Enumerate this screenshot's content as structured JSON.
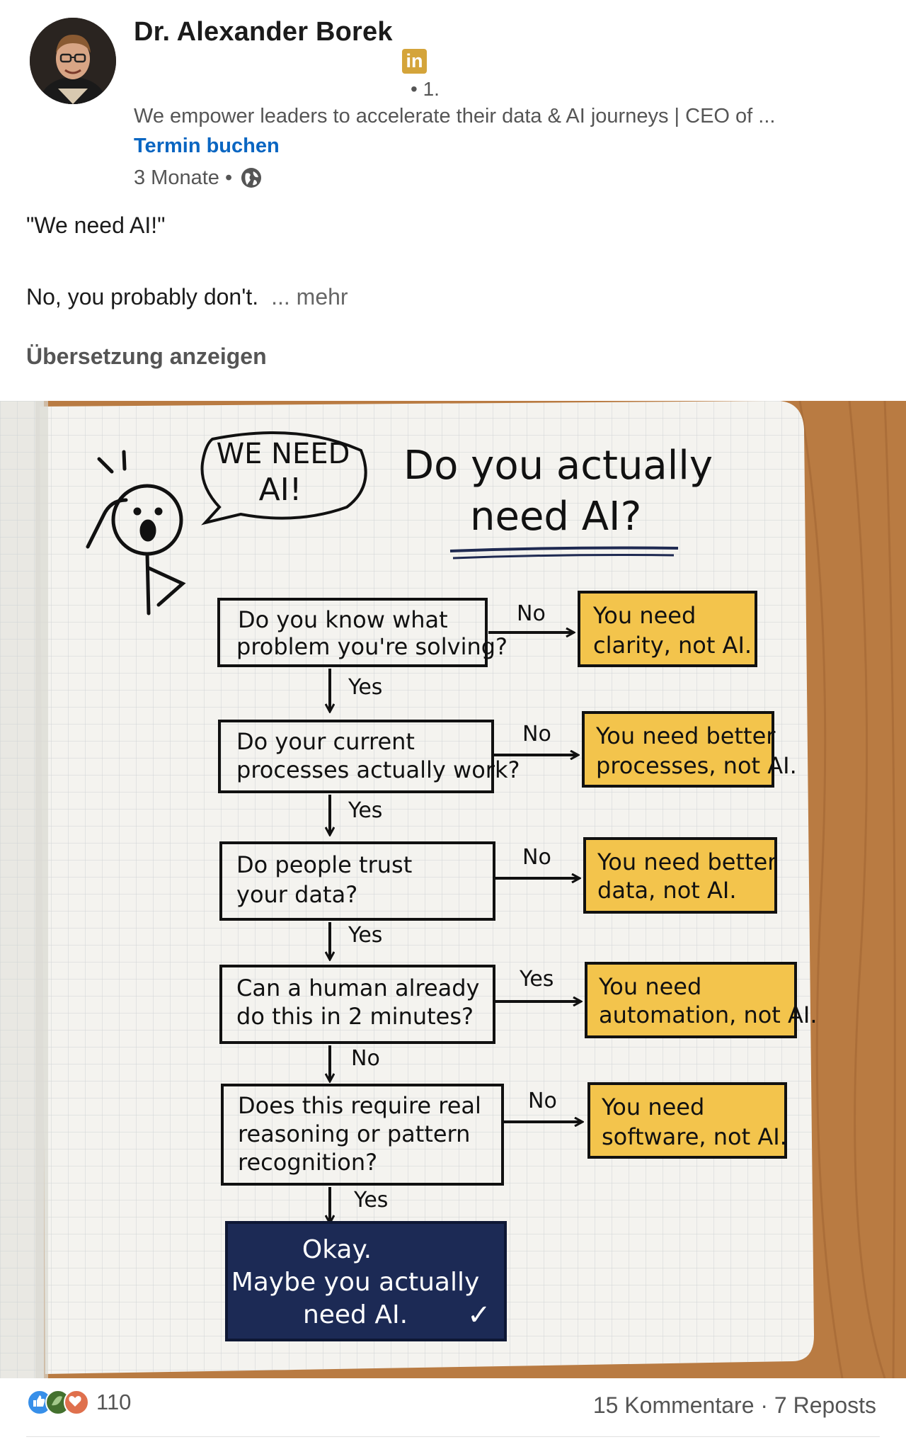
{
  "author": {
    "name": "Dr. Alexander Borek",
    "badge": "in",
    "degree": "• 1.",
    "headline": "We empower leaders to accelerate their data & AI journeys | CEO of ...",
    "cta": "Termin buchen",
    "time": "3 Monate •"
  },
  "post": {
    "line1": "\"We need AI!\"",
    "line2": "No, you probably don't.",
    "more": "... mehr",
    "translate": "Übersetzung anzeigen"
  },
  "illustration": {
    "speech": [
      "WE NEED",
      "AI!"
    ],
    "title": [
      "Do you actually",
      "need AI?"
    ],
    "questions": [
      {
        "lines": [
          "Do you know what",
          "problem you're solving?"
        ],
        "edge": "No",
        "result": [
          "You need",
          "clarity, not AI."
        ],
        "down": "Yes"
      },
      {
        "lines": [
          "Do your current",
          "processes actually work?"
        ],
        "edge": "No",
        "result": [
          "You need better",
          "processes, not AI."
        ],
        "down": "Yes"
      },
      {
        "lines": [
          "Do people trust",
          "your data?"
        ],
        "edge": "No",
        "result": [
          "You need better",
          "data, not AI."
        ],
        "down": "Yes"
      },
      {
        "lines": [
          "Can a human already",
          "do this in 2 minutes?"
        ],
        "edge": "Yes",
        "result": [
          "You need",
          "automation, not AI."
        ],
        "down": "No"
      },
      {
        "lines": [
          "Does this require real",
          "reasoning or pattern",
          "recognition?"
        ],
        "edge": "No",
        "result": [
          "You need",
          "software, not AI."
        ],
        "down": "Yes"
      }
    ],
    "final": [
      "Okay.",
      "Maybe you actually",
      "need AI.",
      "✓"
    ]
  },
  "footer": {
    "reaction_count": "110",
    "stats": "15 Kommentare · 7 Reposts"
  },
  "colors": {
    "link": "#0a66c2",
    "badge": "#d4a43a",
    "note_yellow": "#f3c44c",
    "note_navy": "#1c2a55",
    "wood": "#b5773f"
  }
}
